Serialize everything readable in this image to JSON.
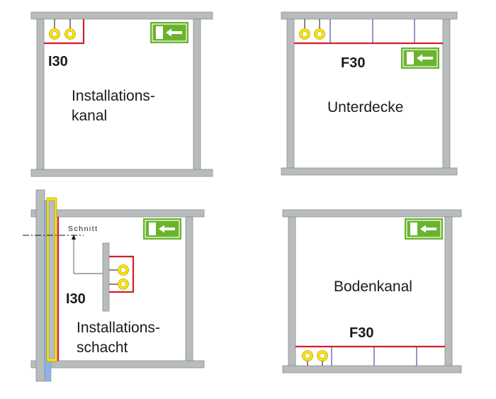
{
  "panels": {
    "top_left": {
      "rating": "I30",
      "caption_line1": "Installations-",
      "caption_line2": "kanal"
    },
    "top_right": {
      "rating": "F30",
      "caption": "Unterdecke"
    },
    "bottom_left": {
      "rating": "I30",
      "section_label": "Schnitt",
      "caption_line1": "Installations-",
      "caption_line2": "schacht"
    },
    "bottom_right": {
      "rating": "F30",
      "caption": "Bodenkanal"
    }
  },
  "icons": {
    "exit_sign": "exit-sign-arrow-left-icon",
    "cable": "cable-cross-section-icon"
  },
  "colors": {
    "structure": "#b8bcbc",
    "fire_line": "#d0202a",
    "cable_ring": "#ffe300",
    "exit_green": "#6ab42d",
    "support": "#2c2c8c",
    "shaft_blue": "#8db4e2"
  }
}
